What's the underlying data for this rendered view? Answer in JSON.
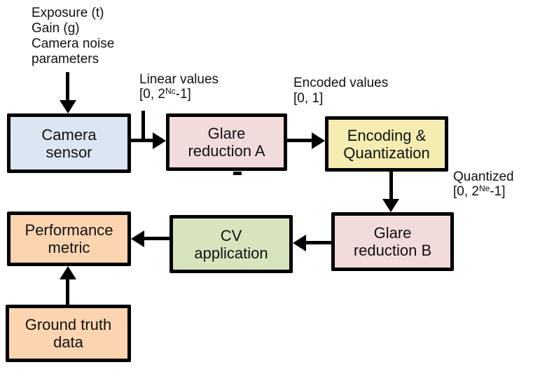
{
  "palette": {
    "camera_blue": "#DCE6F2",
    "glare_pink": "#F2DCDB",
    "encoding_yellow": "#F5ECB2",
    "cv_green": "#D7E4BE",
    "metric_orange": "#FCD5B0",
    "line_black": "#000000"
  },
  "annotations": {
    "camera_inputs": "Exposure (t)\nGain (g)\nCamera noise\nparameters",
    "linear": {
      "title": "Linear values",
      "range_prefix": "[0, 2",
      "range_sup": "Nc",
      "range_suffix": "-1]"
    },
    "encoded": {
      "title": "Encoded values",
      "range": "[0, 1]"
    },
    "quantized": {
      "title": "Quantized",
      "range_prefix": "[0, 2",
      "range_sup": "Ne",
      "range_suffix": "-1]"
    }
  },
  "nodes": {
    "camera_sensor": {
      "label": "Camera\nsensor",
      "fill": "#DCE6F2"
    },
    "glare_reduction_a": {
      "label": "Glare\nreduction A",
      "fill": "#F2DCDB"
    },
    "encoding_quantization": {
      "label": "Encoding &\nQuantization",
      "fill": "#F5ECB2"
    },
    "glare_reduction_b": {
      "label": "Glare\nreduction B",
      "fill": "#F2DCDB"
    },
    "cv_application": {
      "label": "CV\napplication",
      "fill": "#D7E4BE"
    },
    "performance_metric": {
      "label": "Performance\nmetric",
      "fill": "#FCD5B0"
    },
    "ground_truth": {
      "label": "Ground truth\ndata",
      "fill": "#FCD5B0"
    }
  }
}
